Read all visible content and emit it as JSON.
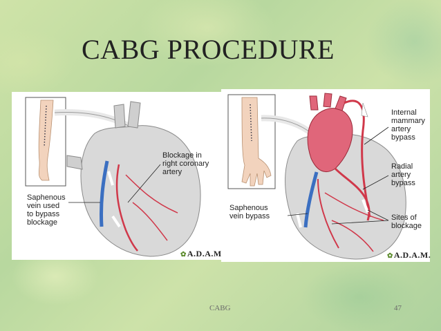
{
  "slide": {
    "title": "CABG PROCEDURE",
    "footer_label": "CABG",
    "page_number": "47"
  },
  "left_illustration": {
    "label_blockage": "Blockage in\nright coronary\nartery",
    "label_vein": "Saphenous\nvein used\nto bypass\nblockage",
    "brand": "A.D.A.M."
  },
  "right_illustration": {
    "label_internal": "Internal\nmammary\nartery\nbypass",
    "label_radial": "Radial\nartery\nbypass",
    "label_saphenous": "Saphenous\nvein bypass",
    "label_sites": "Sites of\nblockage",
    "brand": "A.D.A.M."
  },
  "colors": {
    "background": "#c7dfa4",
    "heart": "#d9d9d9",
    "artery_red": "#d0384a",
    "vein_blue": "#3b6fc1"
  }
}
